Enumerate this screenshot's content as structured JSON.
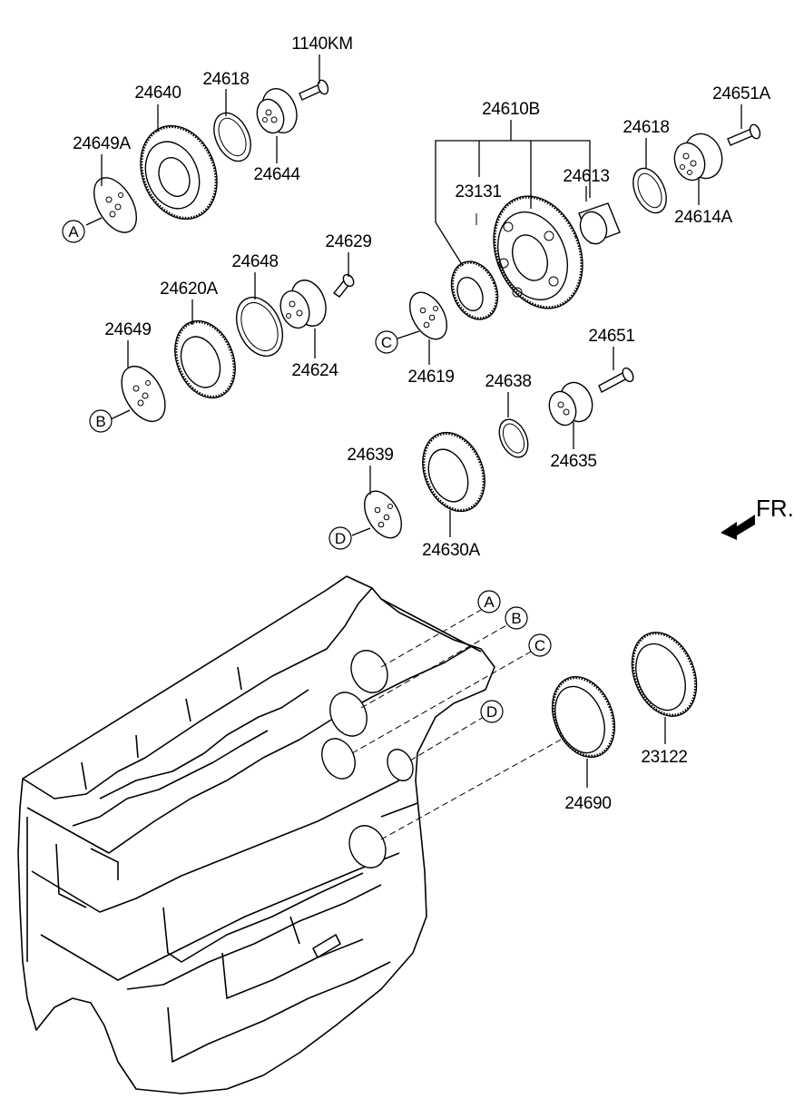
{
  "diagram": {
    "part_numbers": {
      "p1140KM": "1140KM",
      "p24618_top": "24618",
      "p24640": "24640",
      "p24649A": "24649A",
      "p24644": "24644",
      "p24610B": "24610B",
      "p24651A": "24651A",
      "p24618_right": "24618",
      "p23131": "23131",
      "p24613": "24613",
      "p24614A": "24614A",
      "p24629": "24629",
      "p24648": "24648",
      "p24620A": "24620A",
      "p24649": "24649",
      "p24624": "24624",
      "p24619": "24619",
      "p24651": "24651",
      "p24638": "24638",
      "p24635": "24635",
      "p24639": "24639",
      "p24630A": "24630A",
      "p23122": "23122",
      "p24690": "24690"
    },
    "refs": {
      "A": "A",
      "B": "B",
      "C": "C",
      "D": "D"
    },
    "direction_label": "FR."
  }
}
